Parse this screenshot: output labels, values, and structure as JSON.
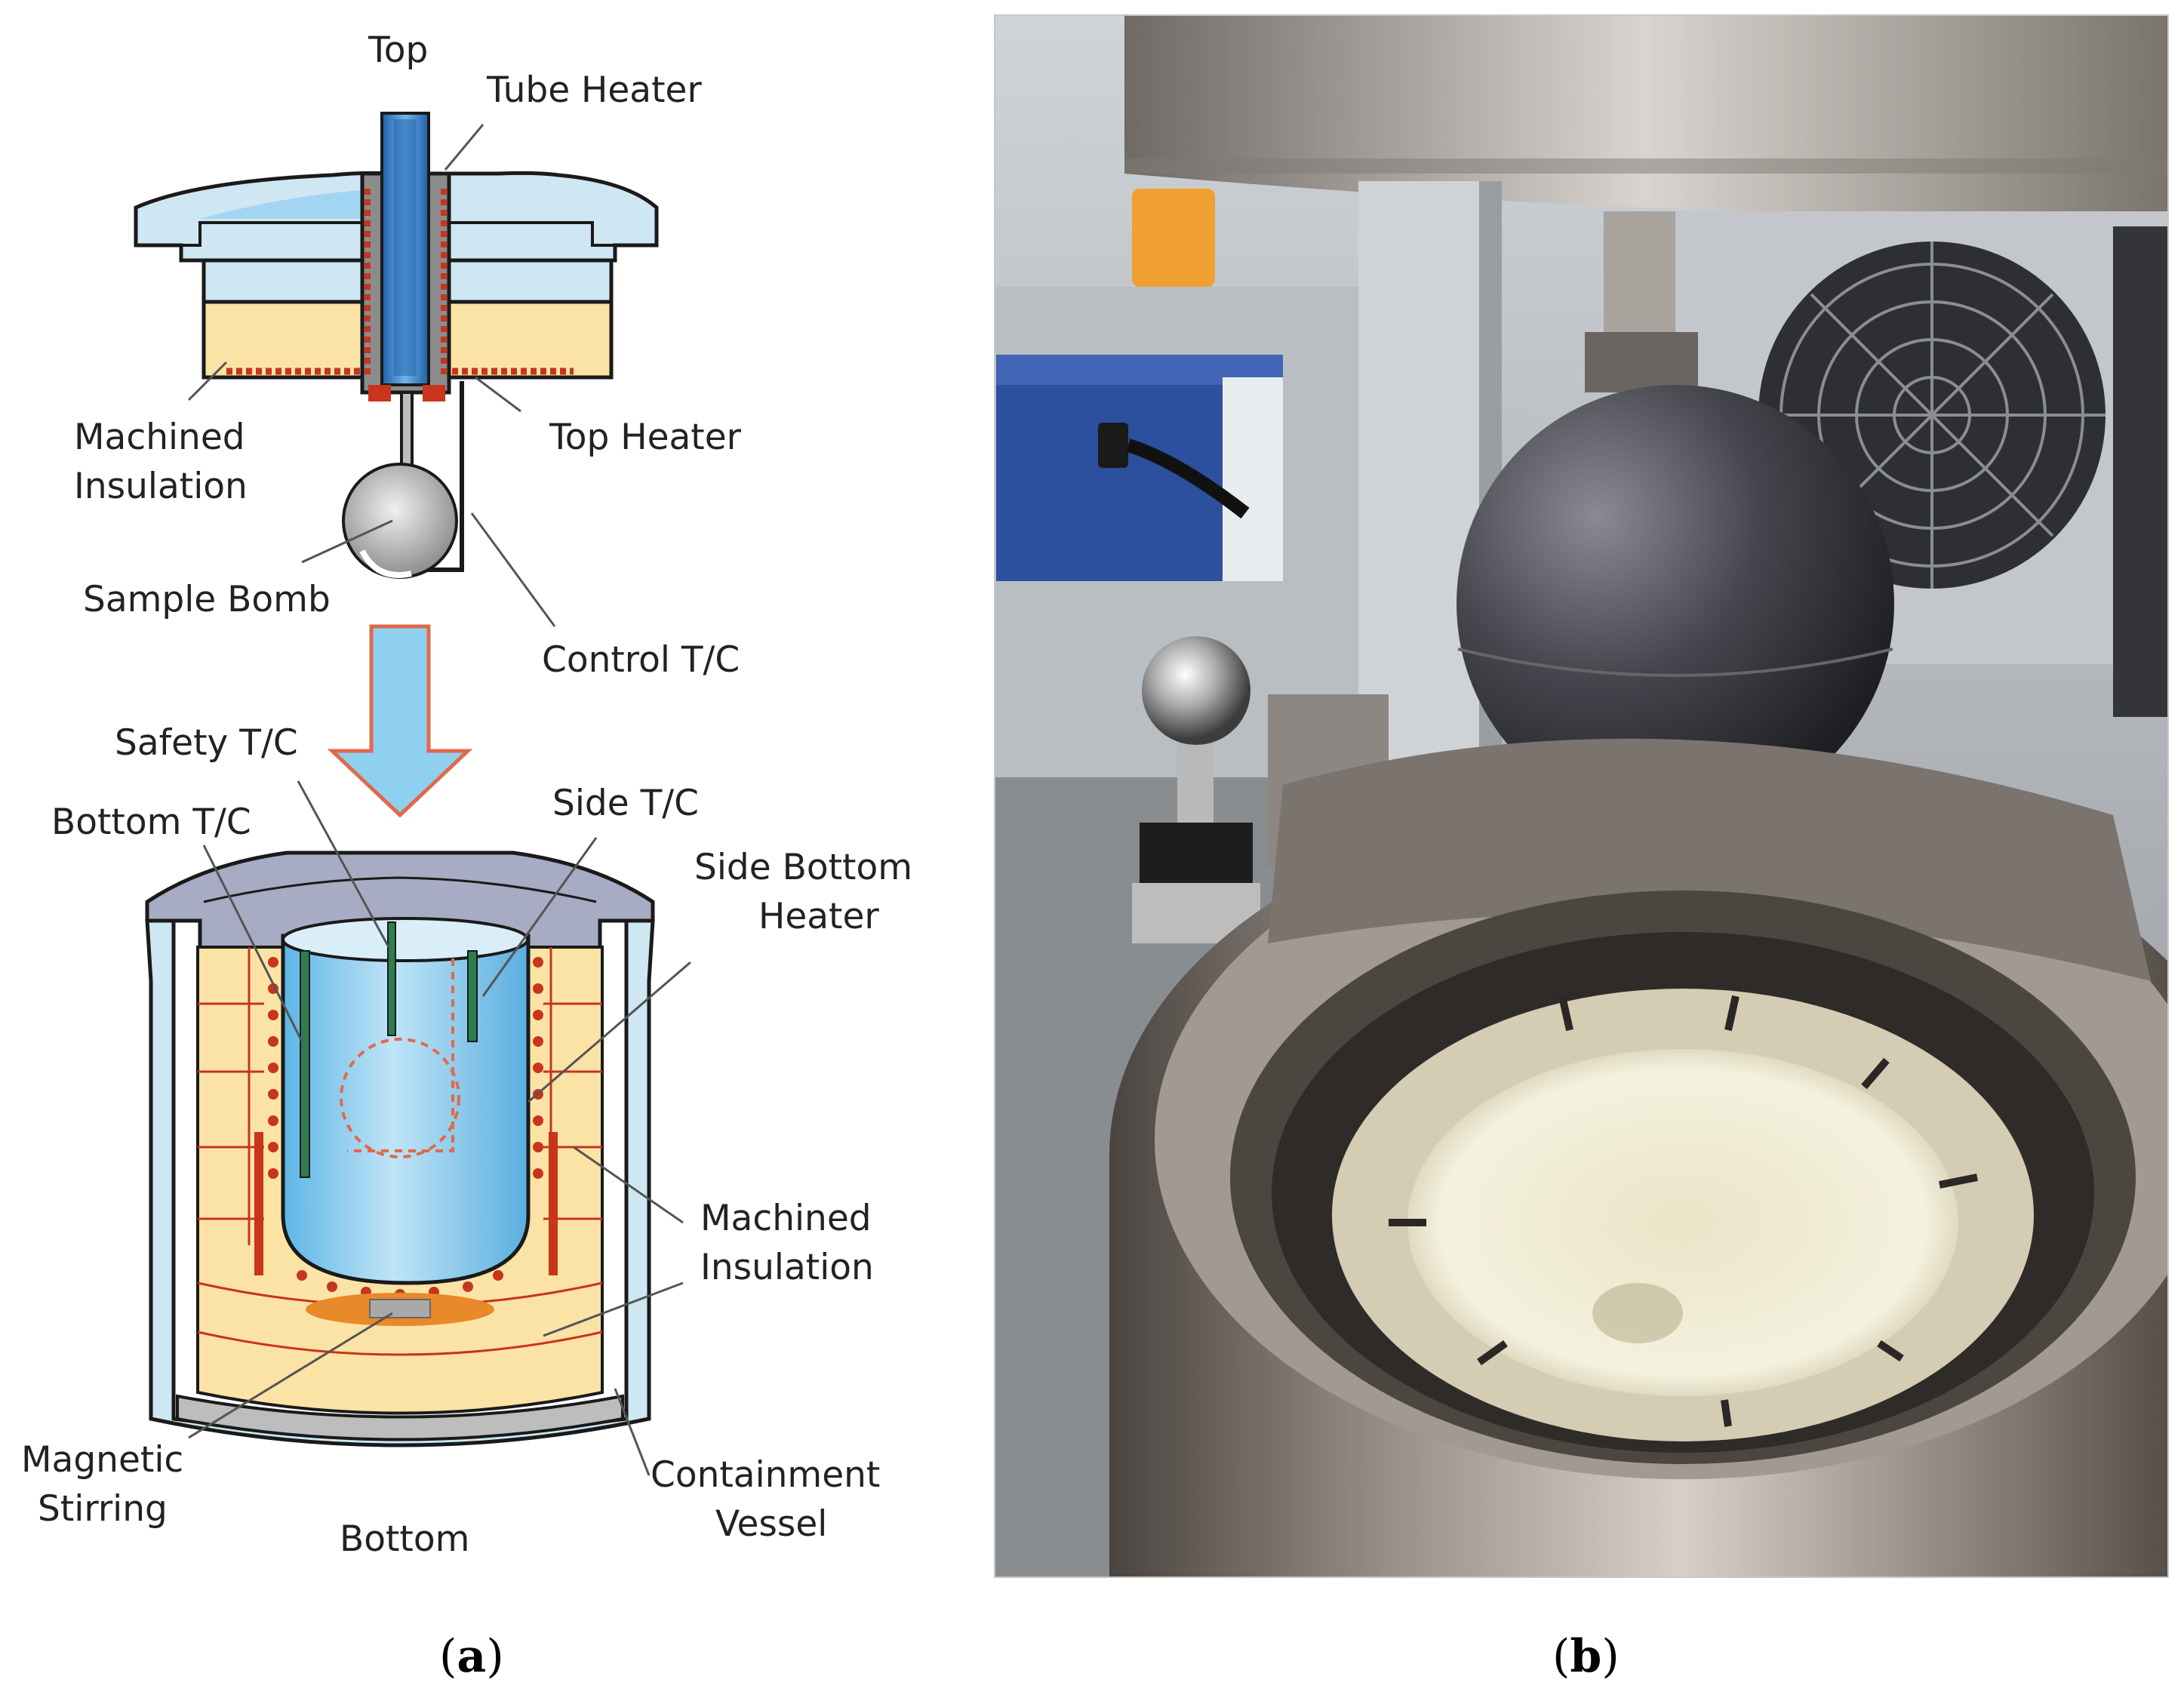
{
  "figure": {
    "panel_a": {
      "caption_open": "(",
      "caption_letter": "a",
      "caption_close": ")",
      "labels": {
        "top": "Top",
        "tube_heater": "Tube Heater",
        "machined_insulation_top_1": "Machined",
        "machined_insulation_top_2": "Insulation",
        "top_heater": "Top Heater",
        "sample_bomb": "Sample Bomb",
        "control_tc": "Control T/C",
        "safety_tc": "Safety T/C",
        "bottom_tc": "Bottom T/C",
        "side_tc": "Side T/C",
        "side_bottom_heater_1": "Side Bottom",
        "side_bottom_heater_2": "Heater",
        "machined_insulation_bottom_1": "Machined",
        "machined_insulation_bottom_2": "Insulation",
        "magnetic_stirring_1": "Magnetic",
        "magnetic_stirring_2": "Stirring",
        "containment_vessel_1": "Containment",
        "containment_vessel_2": "Vessel",
        "bottom": "Bottom"
      }
    },
    "panel_b": {
      "caption_open": "(",
      "caption_letter": "b",
      "caption_close": ")"
    }
  },
  "colors": {
    "light_blue": "#cfe6f3",
    "mid_blue": "#7cc6ec",
    "insulation": "#fbe3a6",
    "heater_red": "#c8341c",
    "cap_gray": "#a7abc4",
    "arrow_blue": "#8fd0f0",
    "arrow_outline": "#e0694a"
  }
}
